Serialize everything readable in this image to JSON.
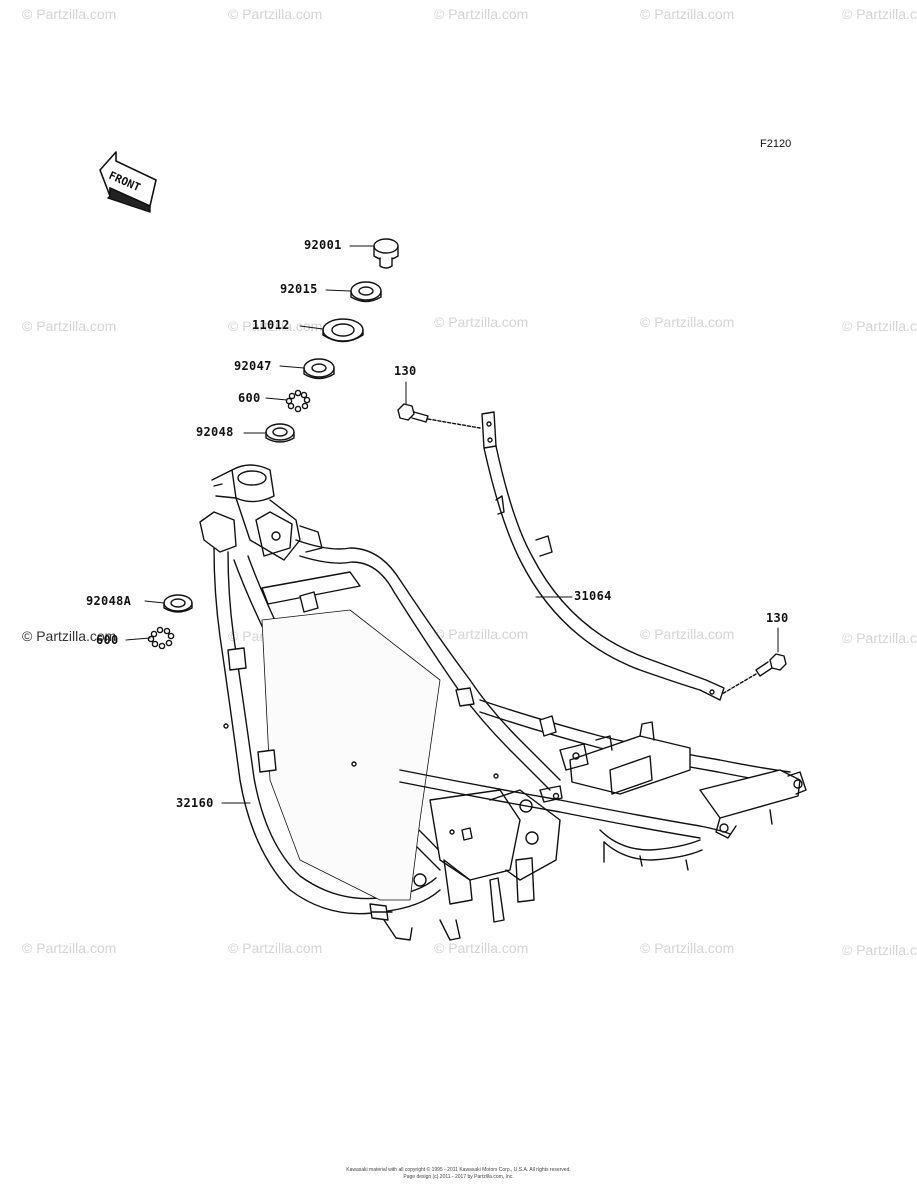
{
  "figure_code": "F2120",
  "front_label": "FRONT",
  "watermark": "© Partzilla.com",
  "parts": [
    {
      "id": "p-92001",
      "label": "92001"
    },
    {
      "id": "p-92015",
      "label": "92015"
    },
    {
      "id": "p-11012",
      "label": "11012"
    },
    {
      "id": "p-92047",
      "label": "92047"
    },
    {
      "id": "p-600a",
      "label": "600"
    },
    {
      "id": "p-92048",
      "label": "92048"
    },
    {
      "id": "p-92048a",
      "label": "92048A"
    },
    {
      "id": "p-600b",
      "label": "600"
    },
    {
      "id": "p-130a",
      "label": "130"
    },
    {
      "id": "p-31064",
      "label": "31064"
    },
    {
      "id": "p-130b",
      "label": "130"
    },
    {
      "id": "p-32160",
      "label": "32160"
    }
  ],
  "copyright_line1": "Kawasaki material with all copyright © 1995 - 2011 Kawasaki Motors Corp., U.S.A. All rights reserved.",
  "copyright_line2": "Page design (c) 2011 - 2017 by Partzilla.com, Inc."
}
